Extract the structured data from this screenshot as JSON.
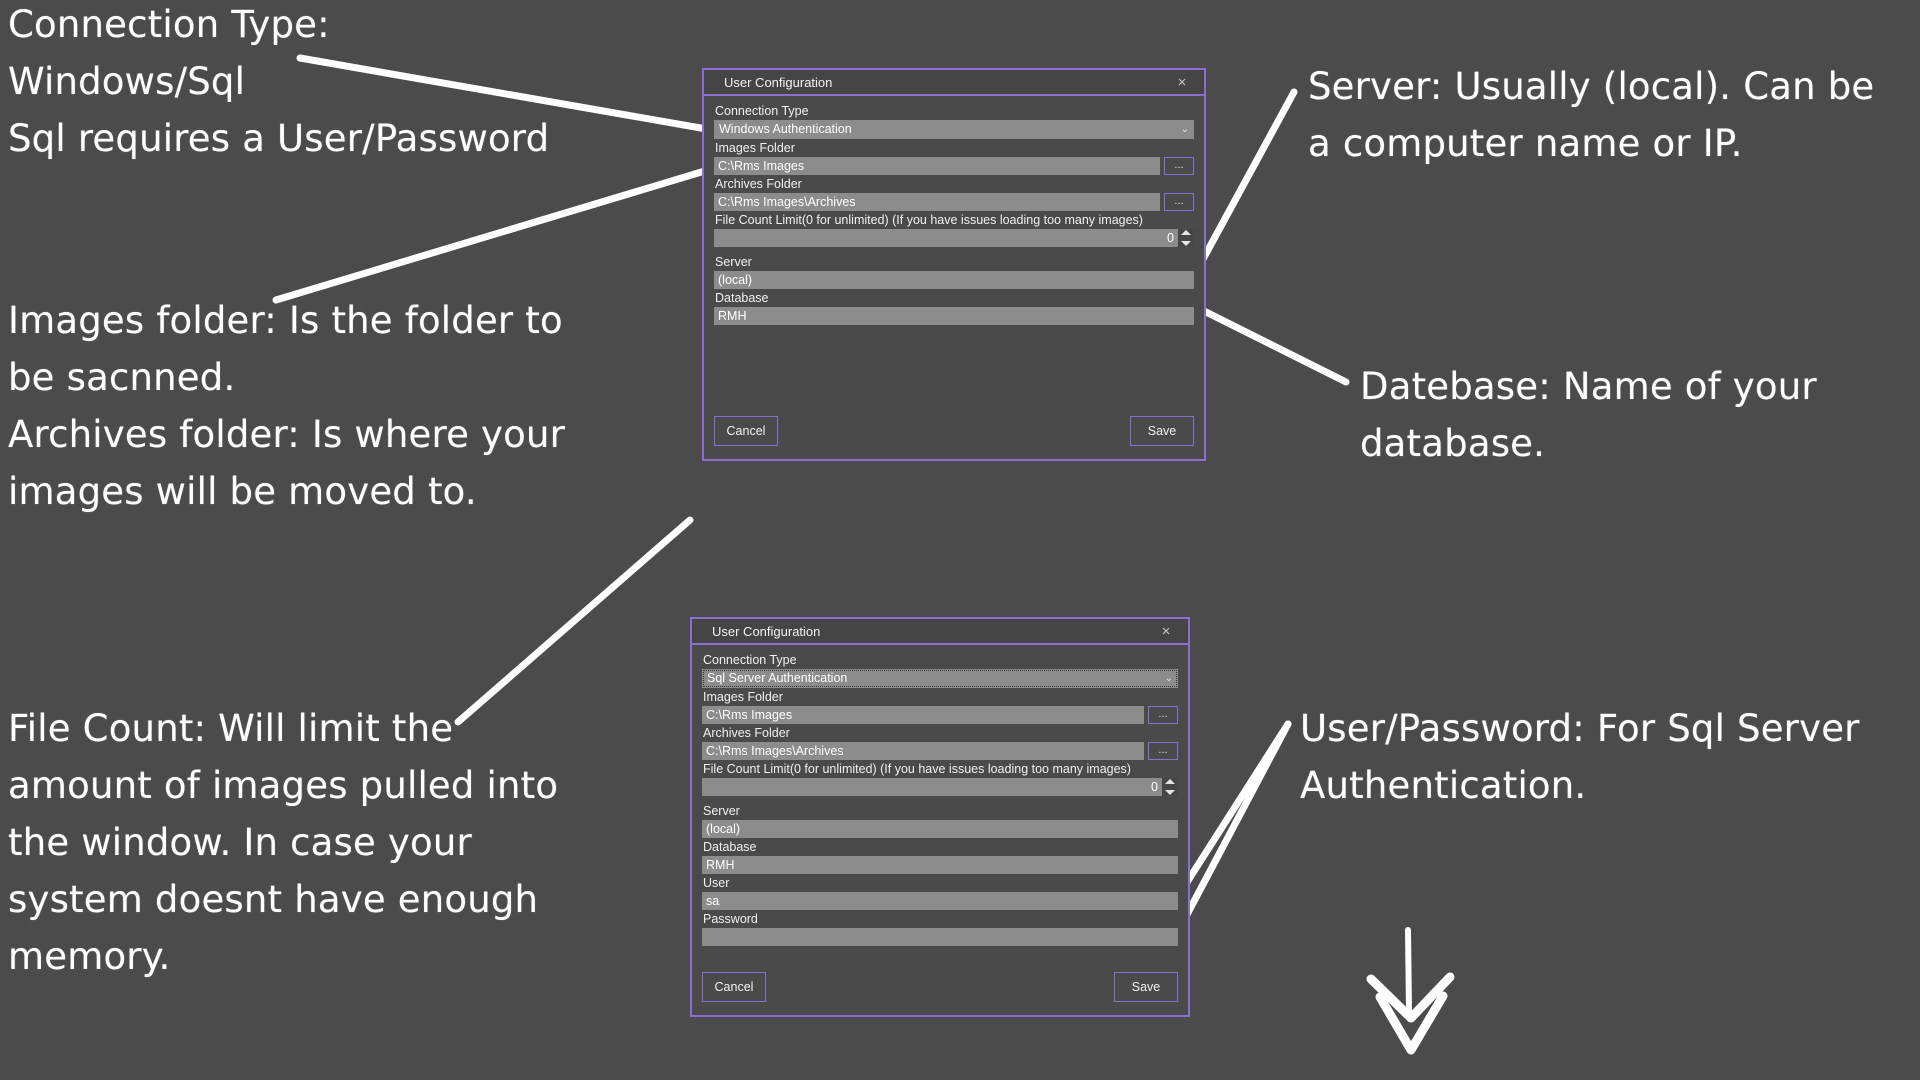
{
  "page": {
    "background_color": "#4b4b4b",
    "accent_color": "#8a6fd4",
    "field_color": "#8c8c8c",
    "text_color": "#ffffff"
  },
  "annotations": [
    {
      "id": "connection-type-note",
      "text": "Connection Type:\nWindows/Sql\nSql requires a User/Password"
    },
    {
      "id": "folders-note",
      "text": "Images folder: Is the folder to\nbe sacnned.\nArchives folder: Is where your\nimages will be moved to."
    },
    {
      "id": "file-count-note",
      "text": "File Count: Will limit the\namount of images pulled into\nthe window. In case your\nsystem doesnt have enough\nmemory."
    },
    {
      "id": "server-note",
      "text": "Server: Usually (local). Can be\na computer name or IP."
    },
    {
      "id": "database-note",
      "text": "Datebase: Name of your\ndatabase."
    },
    {
      "id": "user-password-note",
      "text": "User/Password: For Sql Server\nAuthentication."
    }
  ],
  "dialog_windows": [
    {
      "id": "windows-auth",
      "title": "User Configuration",
      "close_label": "×",
      "connection_type": {
        "label": "Connection Type",
        "value": "Windows Authentication",
        "chevron": "⌄",
        "focused": false,
        "options": [
          "Windows Authentication",
          "Sql Server Authentication"
        ]
      },
      "images_folder": {
        "label": "Images Folder",
        "value": "C:\\Rms Images",
        "browse_label": "..."
      },
      "archives_folder": {
        "label": "Archives Folder",
        "value": "C:\\Rms Images\\Archives",
        "browse_label": "..."
      },
      "file_count": {
        "label": "File Count Limit(0 for unlimited) (If you have issues loading too many images)",
        "value": "0"
      },
      "server": {
        "label": "Server",
        "value": "(local)"
      },
      "database": {
        "label": "Database",
        "value": "RMH"
      },
      "user": null,
      "password": null,
      "buttons": {
        "cancel": "Cancel",
        "save": "Save"
      }
    },
    {
      "id": "sql-auth",
      "title": "User Configuration",
      "close_label": "×",
      "connection_type": {
        "label": "Connection Type",
        "value": "Sql Server Authentication",
        "chevron": "⌄",
        "focused": true,
        "options": [
          "Windows Authentication",
          "Sql Server Authentication"
        ]
      },
      "images_folder": {
        "label": "Images Folder",
        "value": "C:\\Rms Images",
        "browse_label": "..."
      },
      "archives_folder": {
        "label": "Archives Folder",
        "value": "C:\\Rms Images\\Archives",
        "browse_label": "..."
      },
      "file_count": {
        "label": "File Count Limit(0 for unlimited) (If you have issues loading too many images)",
        "value": "0"
      },
      "server": {
        "label": "Server",
        "value": "(local)"
      },
      "database": {
        "label": "Database",
        "value": "RMH"
      },
      "user": {
        "label": "User",
        "value": "sa"
      },
      "password": {
        "label": "Password",
        "value": ""
      },
      "buttons": {
        "cancel": "Cancel",
        "save": "Save"
      }
    }
  ]
}
